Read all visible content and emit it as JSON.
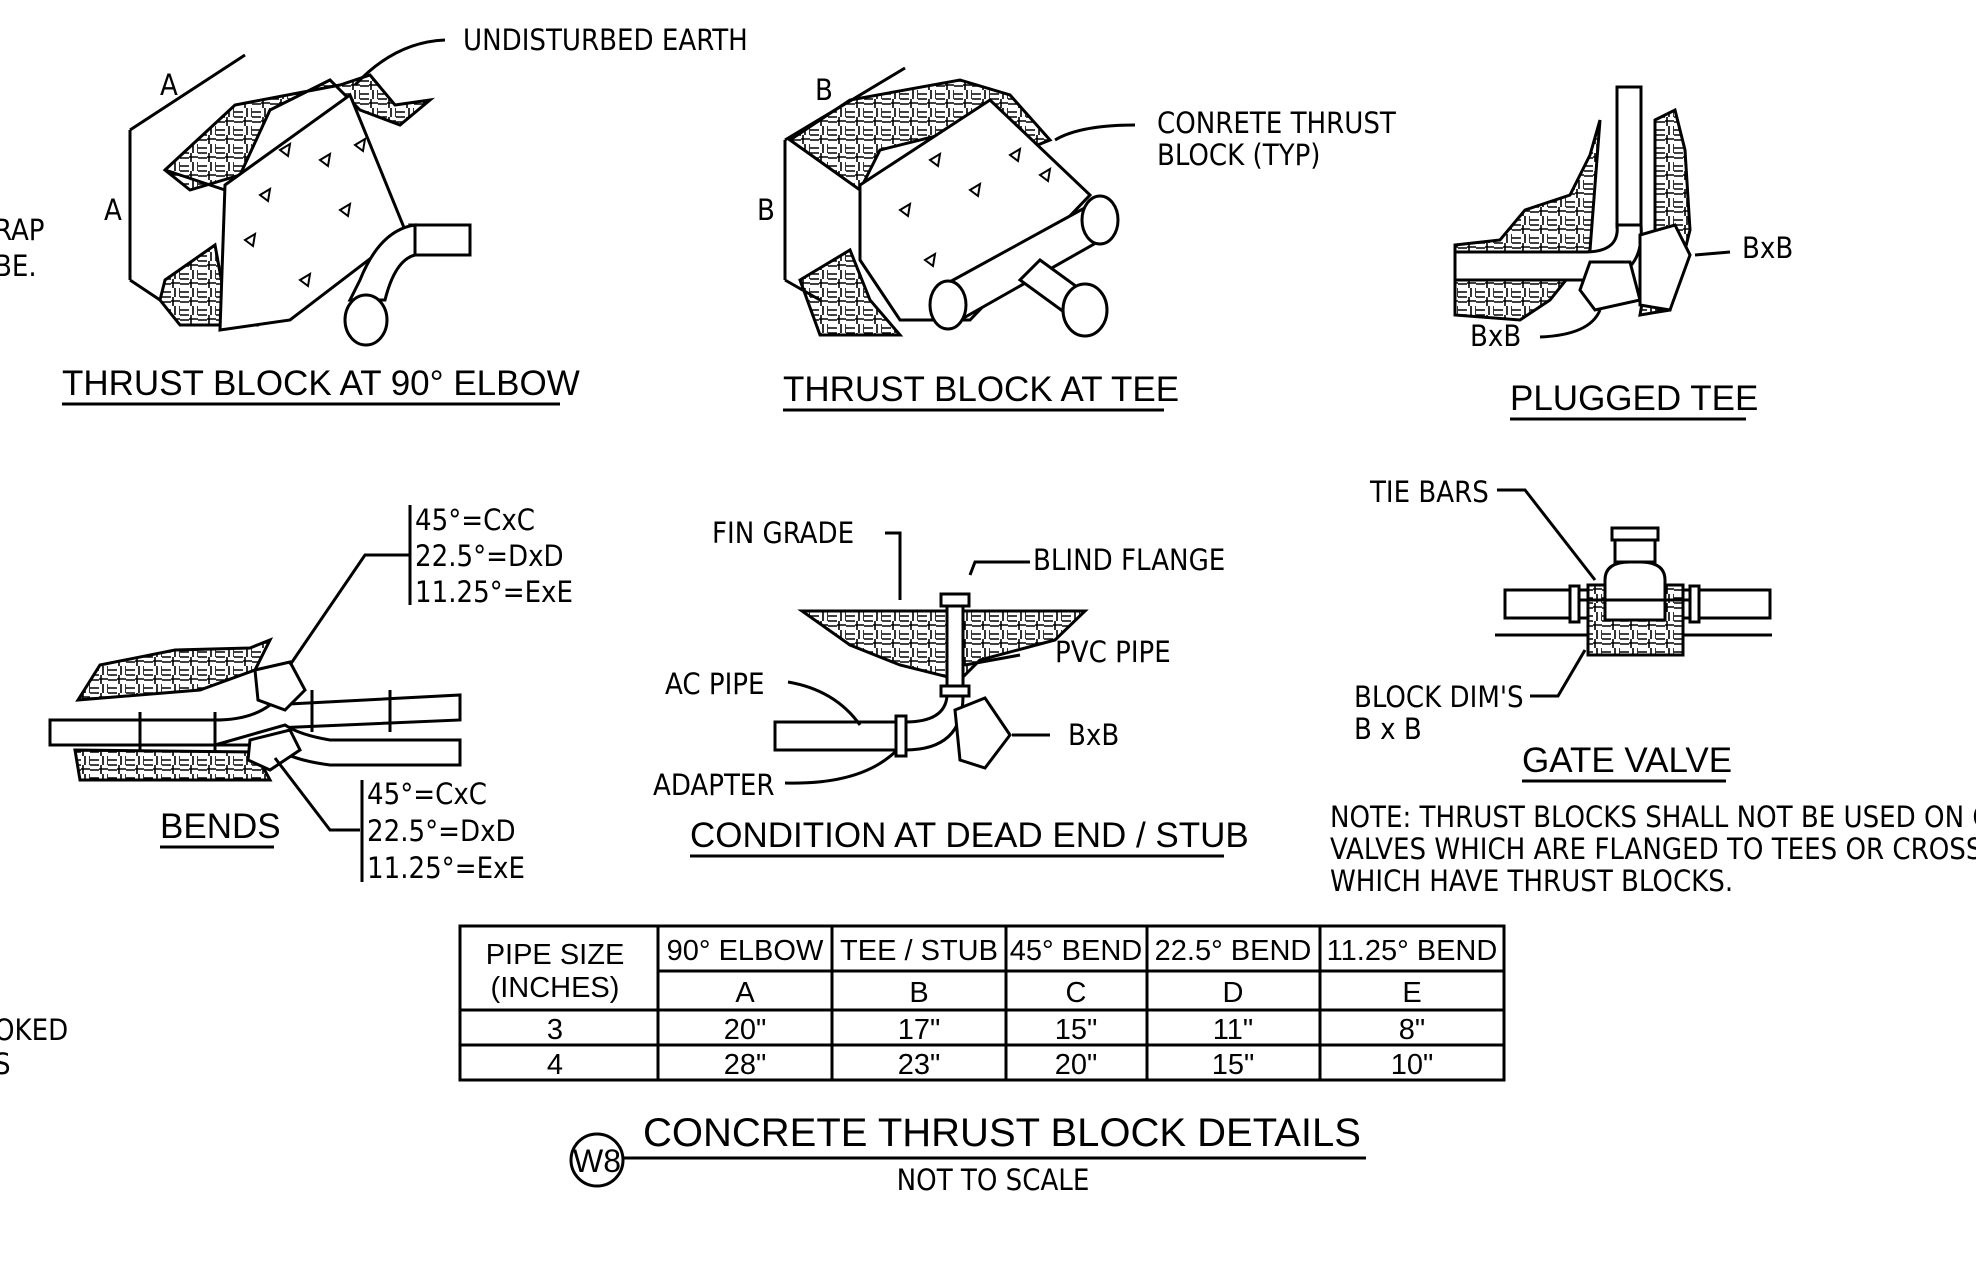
{
  "labels": {
    "undisturbed_earth": "UNDISTURBED EARTH",
    "dim_a": "A",
    "dim_b": "B",
    "concrete_thrust_block": [
      "CONRETE THRUST",
      "BLOCK (TYP)"
    ],
    "bxb": "BxB",
    "bend_callouts": [
      "45°=CxC",
      "22.5°=DxD",
      "11.25°=ExE"
    ],
    "fin_grade": "FIN GRADE",
    "blind_flange": "BLIND FLANGE",
    "pvc_pipe": "PVC PIPE",
    "ac_pipe": "AC PIPE",
    "adapter": "ADAPTER",
    "tie_bars": "TIE BARS",
    "block_dims": [
      "BLOCK DIM'S",
      "B x B"
    ],
    "left_edge_fragments": [
      "RAP",
      "BE.",
      "OKED",
      "S"
    ]
  },
  "titles": {
    "elbow": "THRUST BLOCK AT 90° ELBOW",
    "tee": "THRUST BLOCK AT TEE",
    "plugged_tee": "PLUGGED TEE",
    "bends": "BENDS",
    "dead_end": "CONDITION AT DEAD END / STUB",
    "gate_valve": "GATE VALVE"
  },
  "note": [
    "NOTE:  THRUST BLOCKS SHALL NOT BE USED ON GATE",
    "VALVES WHICH ARE FLANGED TO TEES OR CROSSES",
    "WHICH HAVE THRUST BLOCKS."
  ],
  "table": {
    "header_first": [
      "PIPE SIZE",
      "(INCHES)"
    ],
    "headers": [
      "90° ELBOW",
      "TEE / STUB",
      "45° BEND",
      "22.5° BEND",
      "11.25° BEND"
    ],
    "letters": [
      "A",
      "B",
      "C",
      "D",
      "E"
    ],
    "rows": [
      [
        "3",
        "20\"",
        "17\"",
        "15\"",
        "11\"",
        "8\""
      ],
      [
        "4",
        "28\"",
        "23\"",
        "20\"",
        "15\"",
        "10\""
      ]
    ]
  },
  "detail": {
    "tag": "W8",
    "title": "CONCRETE THRUST BLOCK DETAILS",
    "subtitle": "NOT TO SCALE"
  }
}
